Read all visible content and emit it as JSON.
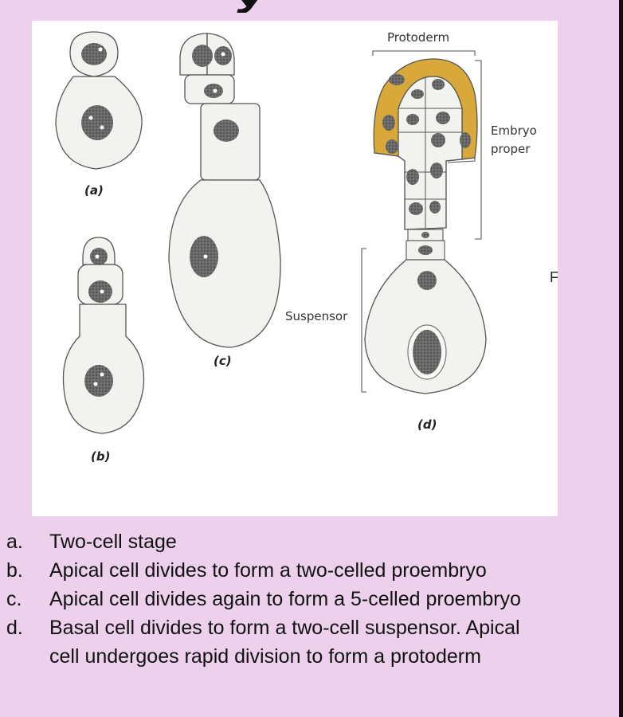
{
  "figure": {
    "labels": {
      "a": "(a)",
      "b": "(b)",
      "c": "(c)",
      "d": "(d)",
      "protoderm": "Protoderm",
      "embryo_proper_line1": "Embryo",
      "embryo_proper_line2": "proper",
      "suspensor": "Suspensor"
    },
    "stray_letter": "F",
    "colors": {
      "background": "#ecd0ec",
      "panel": "#ffffff",
      "protoderm": "#d9a83a",
      "cell_fill": "#f2f2ee",
      "nucleus": "#6e6e6e"
    }
  },
  "captions": [
    {
      "marker": "a.",
      "text": "Two-cell stage"
    },
    {
      "marker": "b.",
      "text": "Apical cell divides to form a two-celled proembryo"
    },
    {
      "marker": "c.",
      "text": "Apical cell divides again to form a 5-celled proembryo"
    },
    {
      "marker": "d.",
      "text": "Basal cell divides to form a two-cell suspensor. Apical",
      "text_line2": "cell undergoes rapid division to form a protoderm"
    }
  ]
}
